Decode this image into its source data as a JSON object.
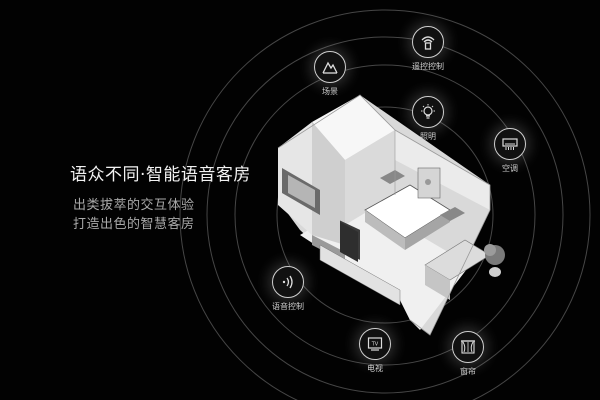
{
  "headline": "语众不同·智能语音客房",
  "subtitle_lines": [
    "出类拔萃的交互体验",
    "打造出色的智慧客房"
  ],
  "features": [
    {
      "label": "场景",
      "icon": "mountain-scene-icon"
    },
    {
      "label": "遥控控制",
      "icon": "remote-control-icon"
    },
    {
      "label": "照明",
      "icon": "light-bulb-icon"
    },
    {
      "label": "空调",
      "icon": "air-conditioner-icon"
    },
    {
      "label": "语音控制",
      "icon": "voice-control-icon"
    },
    {
      "label": "电视",
      "icon": "tv-icon"
    },
    {
      "label": "窗帘",
      "icon": "curtain-icon"
    }
  ],
  "tv_icon_text": "TV",
  "colors": {
    "background": "#020202",
    "text_primary": "#f2f2f2",
    "text_secondary": "#a9a9a9",
    "ring": "#4a4a4a"
  }
}
